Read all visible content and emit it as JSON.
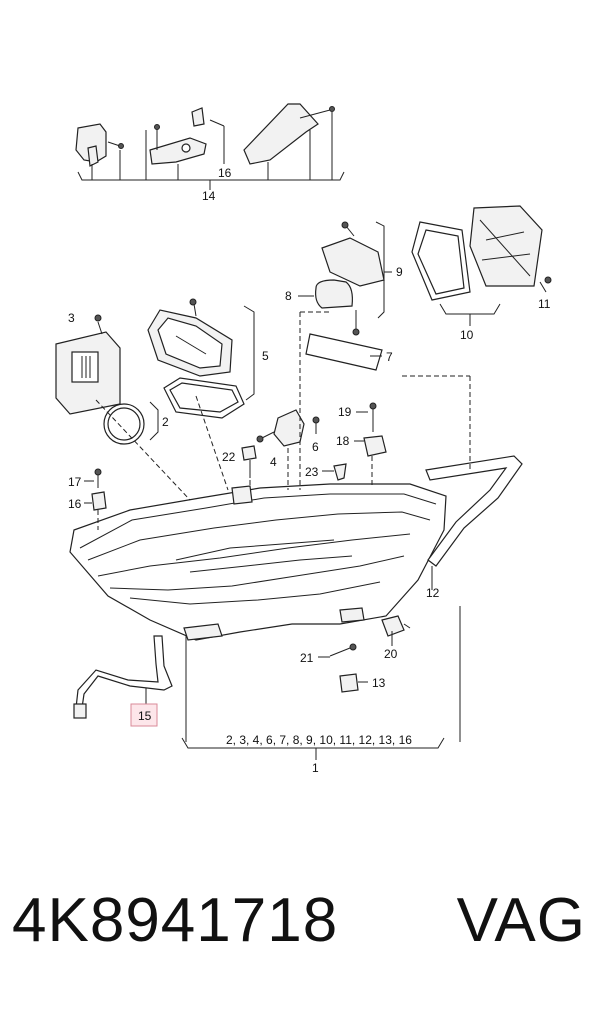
{
  "diagram": {
    "callouts": {
      "c1": "1",
      "c2": "2",
      "c3": "3",
      "c4": "4",
      "c5": "5",
      "c6": "6",
      "c7": "7",
      "c8": "8",
      "c9": "9",
      "c10": "10",
      "c11": "11",
      "c12": "12",
      "c13": "13",
      "c14": "14",
      "c15": "15",
      "c16": "16",
      "c16b": "16",
      "c17": "17",
      "c18": "18",
      "c19": "19",
      "c20": "20",
      "c21": "21",
      "c22": "22",
      "c23": "23",
      "group1_list": "2, 3, 4, 6, 7, 8, 9, 10, 11, 12, 13, 16"
    },
    "highlight_color": "#fde6ea"
  },
  "footer": {
    "part_number": "4K8941718",
    "brand": "VAG"
  }
}
